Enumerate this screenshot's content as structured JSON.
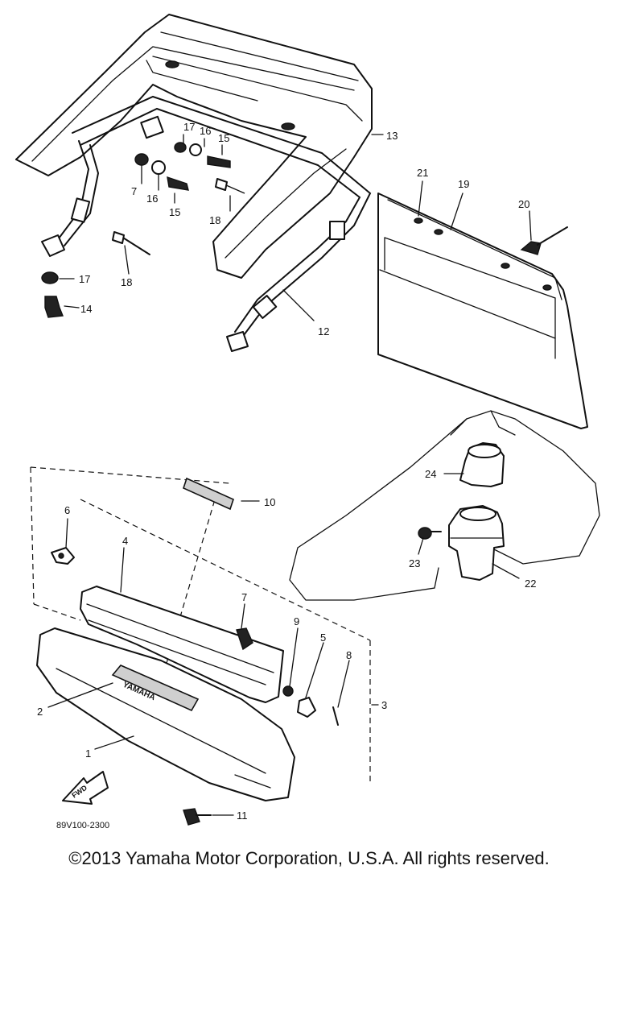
{
  "diagram": {
    "drawing_code": "89V100-2300",
    "direction_marker": "FWD",
    "emblem_text": "YAMAHA",
    "callouts": {
      "p1": "1",
      "p2": "2",
      "p3": "3",
      "p4": "4",
      "p5": "5",
      "p6": "6",
      "p7a": "7",
      "p7b": "7",
      "p8": "8",
      "p9": "9",
      "p10": "10",
      "p11": "11",
      "p12": "12",
      "p13": "13",
      "p14": "14",
      "p15a": "15",
      "p15b": "15",
      "p16a": "16",
      "p16b": "16",
      "p17a": "17",
      "p17b": "17",
      "p18a": "18",
      "p18b": "18",
      "p19": "19",
      "p20": "20",
      "p21": "21",
      "p22": "22",
      "p23": "23",
      "p24": "24"
    }
  },
  "footer": {
    "copyright": "©2013 Yamaha Motor Corporation, U.S.A. All rights reserved."
  }
}
